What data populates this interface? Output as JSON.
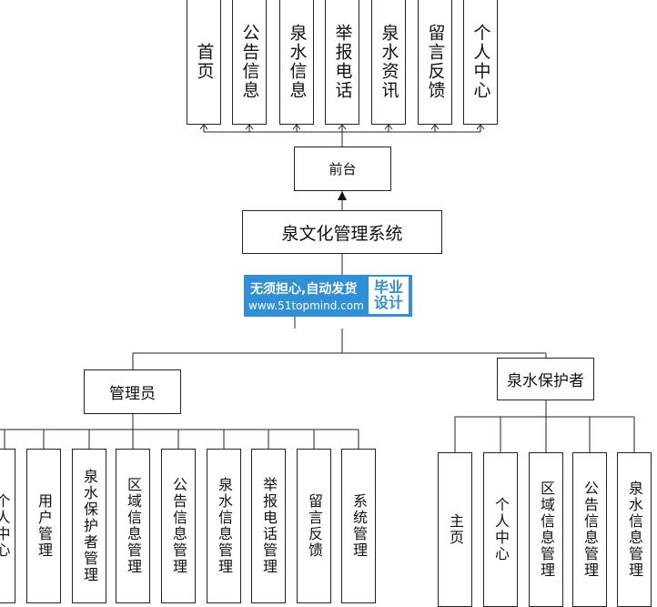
{
  "diagram": {
    "front_items": [
      "首页",
      "公告信息",
      "泉水信息",
      "举报电话",
      "泉水资讯",
      "留言反馈",
      "个人中心"
    ],
    "front_label": "前台",
    "system_label": "泉文化管理系统",
    "admin_label": "管理员",
    "protector_label": "泉水保护者",
    "admin_items": [
      "个人中心",
      "用户管理",
      "泉水保护者管理",
      "区域信息管理",
      "公告信息管理",
      "泉水信息管理",
      "举报电话管理",
      "留言反馈",
      "系统管理"
    ],
    "protector_items": [
      "主页",
      "个人中心",
      "区域信息管理",
      "公告信息管理",
      "泉水信息管理"
    ]
  },
  "watermark": {
    "line1": "无须担心,自动发货",
    "line2": "www.51topmind.com",
    "badge_line1": "毕业",
    "badge_line2": "设计"
  }
}
